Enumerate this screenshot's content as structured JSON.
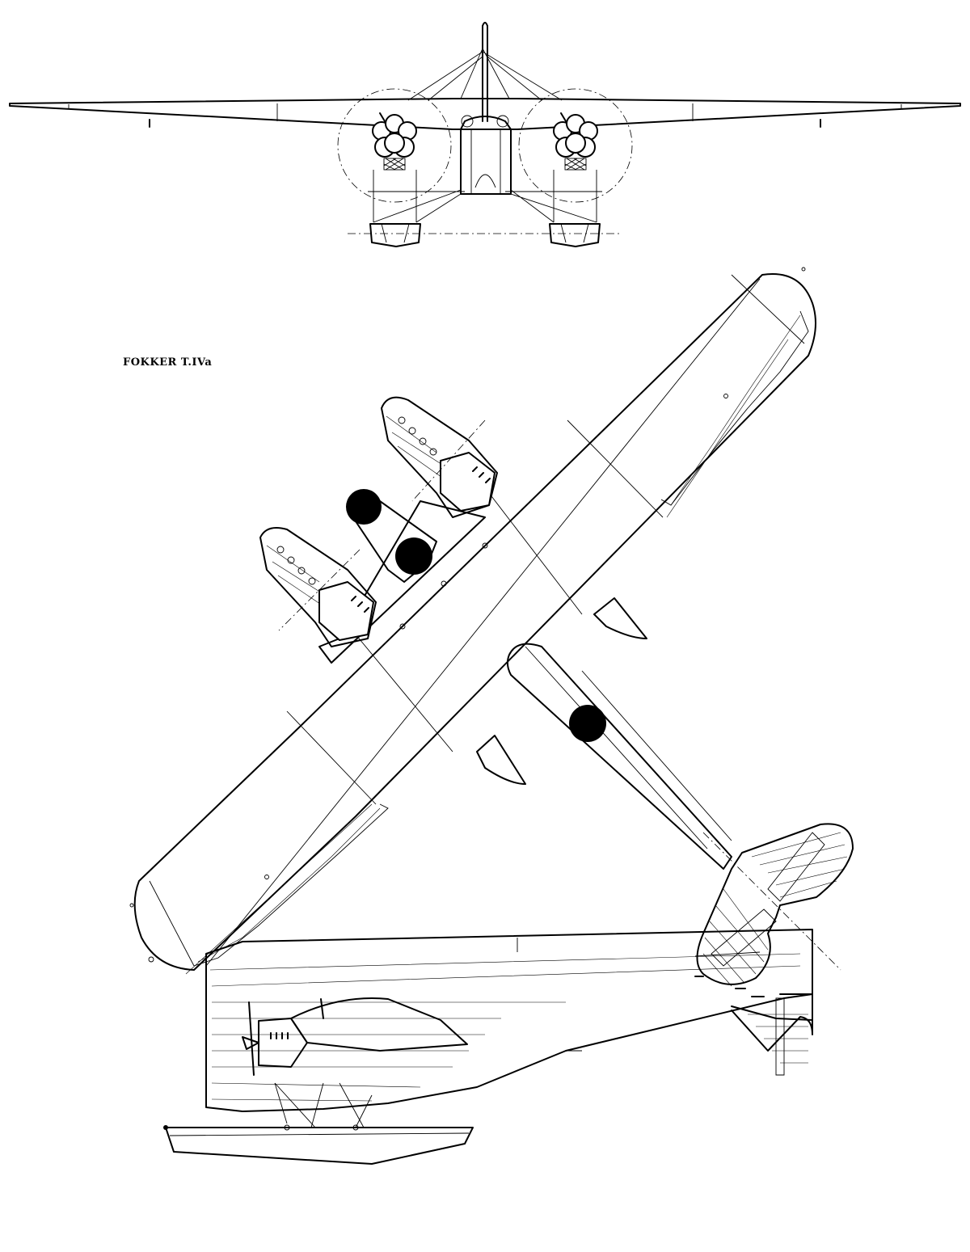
{
  "title": "FOKKER T.IVa",
  "views": [
    "front-view",
    "plan-view",
    "side-view"
  ],
  "colors": {
    "ink": "#000000",
    "paper": "#ffffff"
  }
}
